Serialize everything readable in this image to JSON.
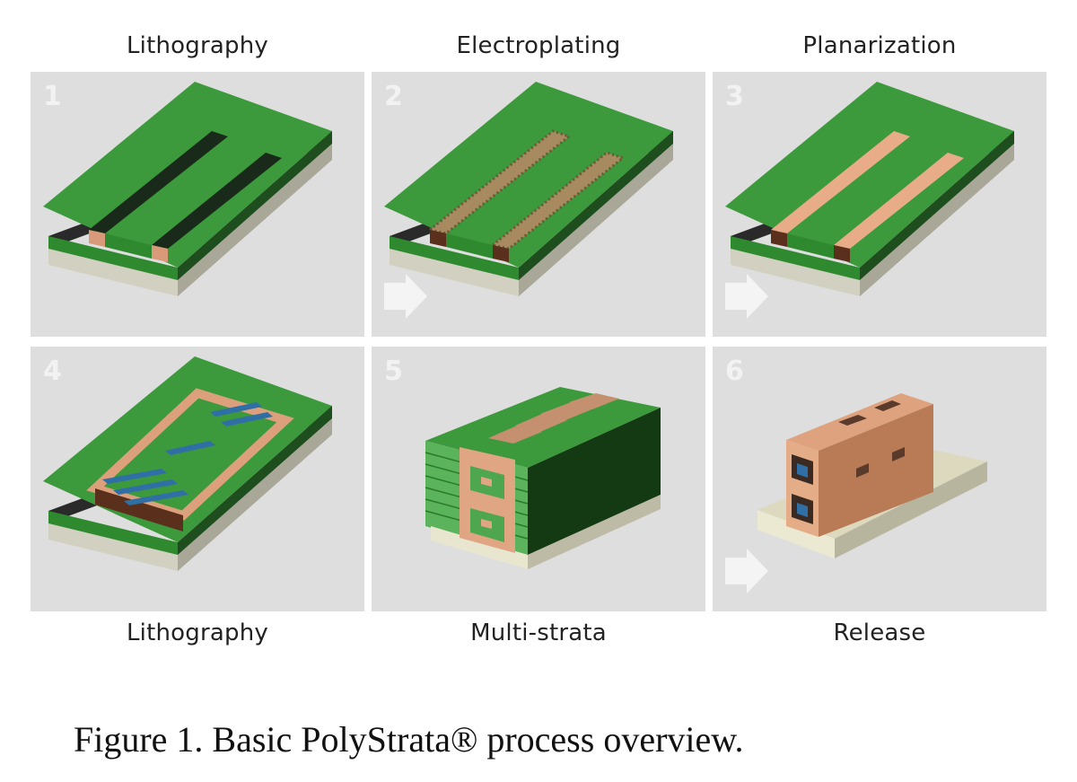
{
  "steps": [
    {
      "number": "1",
      "label": "Lithography"
    },
    {
      "number": "2",
      "label": "Electroplating"
    },
    {
      "number": "3",
      "label": "Planarization"
    },
    {
      "number": "4",
      "label": "Lithography"
    },
    {
      "number": "5",
      "label": "Multi-strata"
    },
    {
      "number": "6",
      "label": "Release"
    }
  ],
  "caption": "Figure 1.  Basic PolyStrata® process overview.",
  "colors": {
    "resist_green": "#3e9a3e",
    "resist_dark": "#205a20",
    "substrate": "#cfcdbd",
    "copper": "#e0a684",
    "copper_dark": "#5a2f1c",
    "blue": "#2f6fa6",
    "panel_bg": "#dedede"
  }
}
